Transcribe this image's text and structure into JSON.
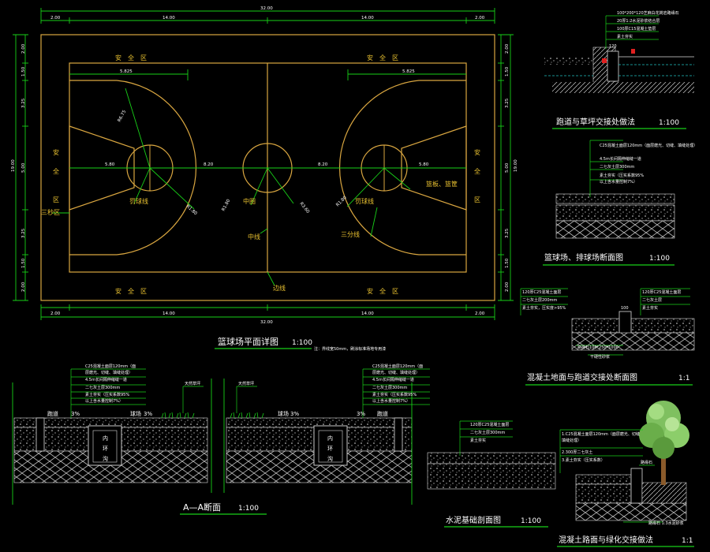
{
  "court_plan": {
    "dims_top": [
      "2.00",
      "14.00",
      "14.00",
      "2.00"
    ],
    "dims_bottom": [
      "2.00",
      "14.00",
      "14.00",
      "2.00"
    ],
    "total_length_top": "32.00",
    "total_length_bottom": "32.00",
    "dims_left": [
      "2.00",
      "1.50",
      "3.25",
      "5.00",
      "3.25",
      "1.50",
      "2.00"
    ],
    "total_width_left": "19.00",
    "dims_right": [
      "2.00",
      "1.50",
      "3.25",
      "5.00",
      "3.25",
      "1.50",
      "2.00"
    ],
    "total_width_right": "19.00",
    "safety_zone": "安　全　区",
    "safety_left_chars": [
      "安",
      "全",
      "区"
    ],
    "safety_right_chars": [
      "安",
      "全",
      "区"
    ],
    "three_point_zone": "三秒区",
    "three_point_line": "三分线",
    "restricted_circle": "罚球线",
    "restricted_circle_right": "罚球线",
    "center_circle": "中圈",
    "center_line": "中线",
    "side_line": "边线",
    "backboard": "篮板、篮筐",
    "dim_5825_left": "5.825",
    "dim_5825_right": "5.825",
    "dim_r675": "R6.75",
    "dim_r180_left": "R1.80",
    "dim_r180_right": "R1.80",
    "dim_r180_center": "R1.80",
    "dim_r360": "R3.60",
    "dim_580_left": "5.80",
    "dim_580_right": "5.80",
    "dim_820_left": "8.20",
    "dim_820_right": "8.20",
    "title": "篮球场平面详图",
    "scale": "1:100",
    "note": "注：界线宽50mm，刷涂标准场地专用漆"
  },
  "detail_track_grass": {
    "layers": [
      "100*200*120芝麻白花岗岩路缘石",
      "20厚1:2水泥砂浆结合层",
      "100厚C15混凝土垫层",
      "素土夯实"
    ],
    "dim_value": "120",
    "title": "跑道与草坪交接处做法",
    "scale": "1:100"
  },
  "detail_court_section": {
    "layers": [
      "C25混凝土面层120mm（面层磨光、切缝、填缝处理）",
      "4.5m长间隔伸缩缝一道",
      "二七灰土层300mm",
      "素土夯实（压实系数95%",
      "以上含水量控制7%）"
    ],
    "title": "篮球场、排球场断面图",
    "scale": "1:100"
  },
  "detail_concrete_track": {
    "left_layers": [
      "120厚C25混凝土面层",
      "二七灰土层200mm",
      "素土夯实，压实度>95%"
    ],
    "right_layers": [
      "120厚C25混凝土面层",
      "二七灰土层",
      "素土夯实"
    ],
    "dim_value": "100",
    "bottom_note_1": "路缘石100*250*1000",
    "bottom_note_2": "干硬性砂浆",
    "title": "混凝土地面与跑道交接处断面图",
    "scale": "1:1"
  },
  "section_aa": {
    "left_layers": [
      "C25混凝土面层120mm（面",
      "层磨光、切缝、填缝处理）",
      "4.5m长间隔伸缩缝一道",
      "二七灰土层300mm",
      "素土夯实（压实系数95%",
      "以上含水量控制7%）"
    ],
    "right_layers": [
      "C25混凝土面层120mm（面",
      "层磨光、切缝、填缝处理）",
      "4.5m长间隔伸缩缝一道",
      "二七灰土层300mm",
      "素土夯实（压实系数95%",
      "以上含水量控制7%）"
    ],
    "lawn_label_left": "天然草坪",
    "lawn_label_right": "天然草坪",
    "runway_label": "跑道",
    "court_label": "球场",
    "slope": "3%",
    "drain_chars": [
      "内",
      "环",
      "沟"
    ],
    "title": "A—A断面",
    "scale": "1:100"
  },
  "detail_cement_base": {
    "layers": [
      "120厚C25混凝土面层",
      "二七灰土层300mm",
      "素土夯实"
    ],
    "title": "水泥基础剖面图",
    "scale": "1:100"
  },
  "detail_road_green": {
    "layers": [
      "1.C25混凝土面层120mm（面层磨光、切缝",
      "填缝处理）",
      "2.300厚二七灰土",
      "3.素土夯实（压实系数）"
    ],
    "curb_label": "路缘石",
    "bottom_note": "路缘石 1:3水泥砂浆",
    "title": "混凝土路面与绿化交接做法",
    "scale": "1:1"
  },
  "colors": {
    "court_line": "#d9a640",
    "dimension": "#18d018",
    "text": "#ffffff",
    "yellow_text": "#e8c030",
    "cyan": "#20c0c0",
    "red": "#e02020"
  }
}
